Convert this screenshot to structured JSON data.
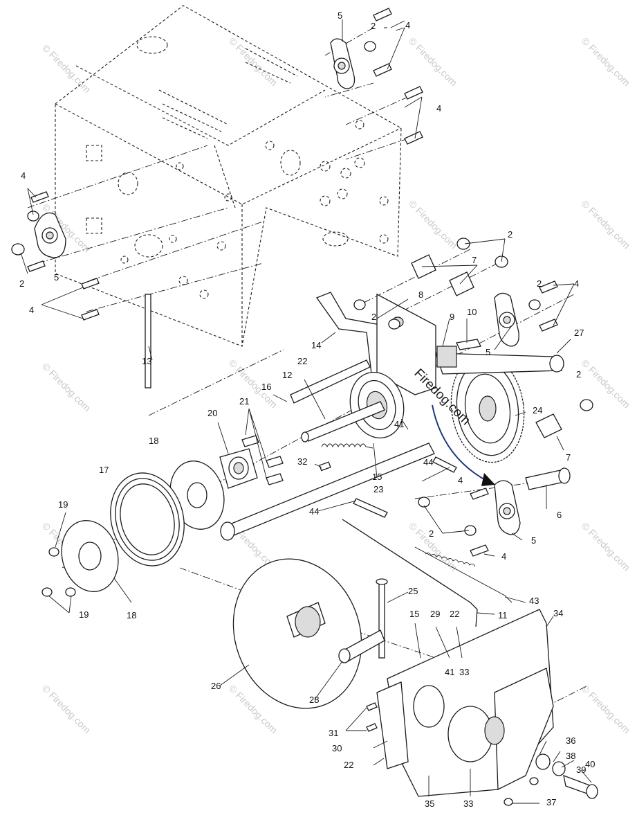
{
  "watermark": {
    "text": "© Firedog.com",
    "center_text": "Firedog.com"
  },
  "callouts": [
    {
      "id": "c-5a",
      "label": "5"
    },
    {
      "id": "c-2a",
      "label": "2"
    },
    {
      "id": "c-4a",
      "label": "4"
    },
    {
      "id": "c-4b",
      "label": "4"
    },
    {
      "id": "c-4c",
      "label": "4"
    },
    {
      "id": "c-2b",
      "label": "2"
    },
    {
      "id": "c-5b",
      "label": "5"
    },
    {
      "id": "c-4d",
      "label": "4"
    },
    {
      "id": "c-2c",
      "label": "2"
    },
    {
      "id": "c-7a",
      "label": "7"
    },
    {
      "id": "c-2d",
      "label": "2"
    },
    {
      "id": "c-4e",
      "label": "4"
    },
    {
      "id": "c-8",
      "label": "8"
    },
    {
      "id": "c-2e",
      "label": "2"
    },
    {
      "id": "c-9",
      "label": "9"
    },
    {
      "id": "c-10",
      "label": "10"
    },
    {
      "id": "c-5c",
      "label": "5"
    },
    {
      "id": "c-27",
      "label": "27"
    },
    {
      "id": "c-14",
      "label": "14"
    },
    {
      "id": "c-13",
      "label": "13"
    },
    {
      "id": "c-22a",
      "label": "22"
    },
    {
      "id": "c-12",
      "label": "12"
    },
    {
      "id": "c-16",
      "label": "16"
    },
    {
      "id": "c-2f",
      "label": "2"
    },
    {
      "id": "c-21",
      "label": "21"
    },
    {
      "id": "c-20",
      "label": "20"
    },
    {
      "id": "c-24",
      "label": "24"
    },
    {
      "id": "c-41a",
      "label": "41"
    },
    {
      "id": "c-18a",
      "label": "18"
    },
    {
      "id": "c-32",
      "label": "32"
    },
    {
      "id": "c-7b",
      "label": "7"
    },
    {
      "id": "c-17",
      "label": "17"
    },
    {
      "id": "c-15a",
      "label": "15"
    },
    {
      "id": "c-44a",
      "label": "44"
    },
    {
      "id": "c-23",
      "label": "23"
    },
    {
      "id": "c-4f",
      "label": "4"
    },
    {
      "id": "c-6",
      "label": "6"
    },
    {
      "id": "c-19a",
      "label": "19"
    },
    {
      "id": "c-44b",
      "label": "44"
    },
    {
      "id": "c-2g",
      "label": "2"
    },
    {
      "id": "c-5d",
      "label": "5"
    },
    {
      "id": "c-4g",
      "label": "4"
    },
    {
      "id": "c-19b",
      "label": "19"
    },
    {
      "id": "c-18b",
      "label": "18"
    },
    {
      "id": "c-25",
      "label": "25"
    },
    {
      "id": "c-43",
      "label": "43"
    },
    {
      "id": "c-11",
      "label": "11"
    },
    {
      "id": "c-34",
      "label": "34"
    },
    {
      "id": "c-15b",
      "label": "15"
    },
    {
      "id": "c-29",
      "label": "29"
    },
    {
      "id": "c-22b",
      "label": "22"
    },
    {
      "id": "c-26",
      "label": "26"
    },
    {
      "id": "c-41b",
      "label": "41"
    },
    {
      "id": "c-33a",
      "label": "33"
    },
    {
      "id": "c-28",
      "label": "28"
    },
    {
      "id": "c-31",
      "label": "31"
    },
    {
      "id": "c-36",
      "label": "36"
    },
    {
      "id": "c-30",
      "label": "30"
    },
    {
      "id": "c-38",
      "label": "38"
    },
    {
      "id": "c-39",
      "label": "39"
    },
    {
      "id": "c-40",
      "label": "40"
    },
    {
      "id": "c-22c",
      "label": "22"
    },
    {
      "id": "c-35",
      "label": "35"
    },
    {
      "id": "c-33b",
      "label": "33"
    },
    {
      "id": "c-37",
      "label": "37"
    }
  ]
}
